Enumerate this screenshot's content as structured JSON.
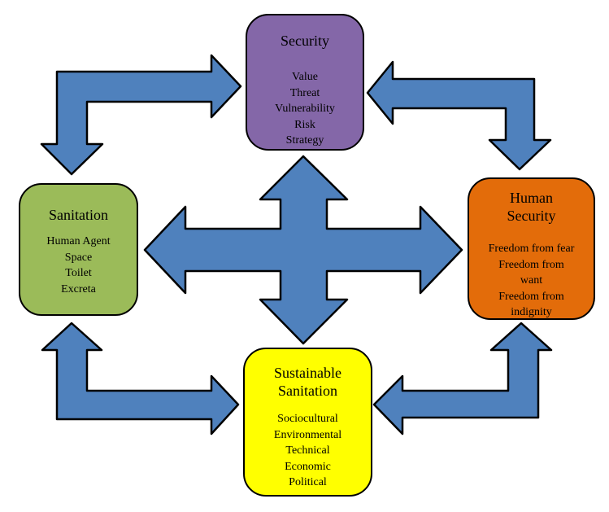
{
  "boxes": {
    "security": {
      "title": "Security",
      "items": [
        "Value",
        "Threat",
        "Vulnerability",
        "Risk",
        "Strategy"
      ],
      "color": "#8467A8"
    },
    "sanitation": {
      "title": "Sanitation",
      "items": [
        "Human Agent",
        "Space",
        "Toilet",
        "Excreta"
      ],
      "color": "#9BBB59"
    },
    "human_security": {
      "title": "Human\nSecurity",
      "items": [
        "Freedom from fear",
        "Freedom from\nwant",
        "Freedom from\nindignity"
      ],
      "color": "#E36C0A"
    },
    "sustainable_sanitation": {
      "title": "Sustainable\nSanitation",
      "items": [
        "Sociocultural",
        "Environmental",
        "Technical",
        "Economic",
        "Political"
      ],
      "color": "#FFFF00"
    }
  },
  "arrows": {
    "fill": "#4F81BD",
    "outline": "#000000"
  }
}
